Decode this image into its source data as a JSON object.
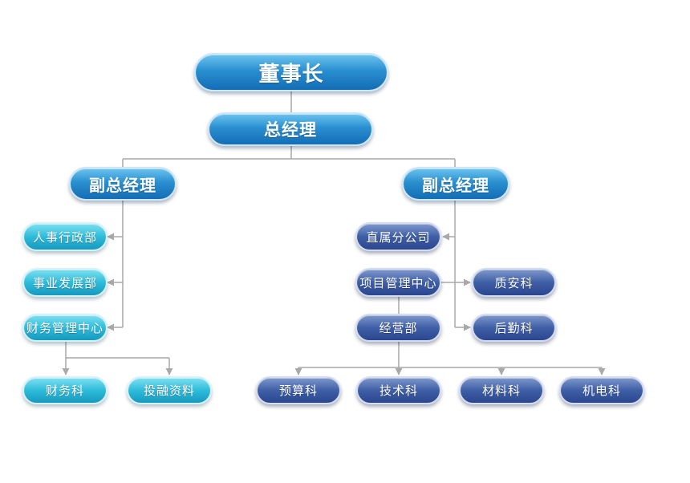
{
  "chairman": "董事长",
  "general_manager": "总经理",
  "left": {
    "deputy": "副总经理",
    "hr": "人事行政部",
    "business_dev": "事业发展部",
    "finance_center": "财务管理中心",
    "finance_section": "财务科",
    "investment_section": "投融资料"
  },
  "right": {
    "deputy": "副总经理",
    "branch": "直属分公司",
    "project_center": "项目管理中心",
    "quality_safety": "质安科",
    "logistics": "后勤科",
    "operations": "经营部",
    "budget": "预算科",
    "technical": "技术科",
    "materials": "材料科",
    "mechanical_electrical": "机电科"
  },
  "colors": {
    "top_nodes": "#2a8fd0",
    "left_branch": "#2ebcdb",
    "right_branch": "#3f5fa6",
    "connector": "#a9a9a9"
  }
}
